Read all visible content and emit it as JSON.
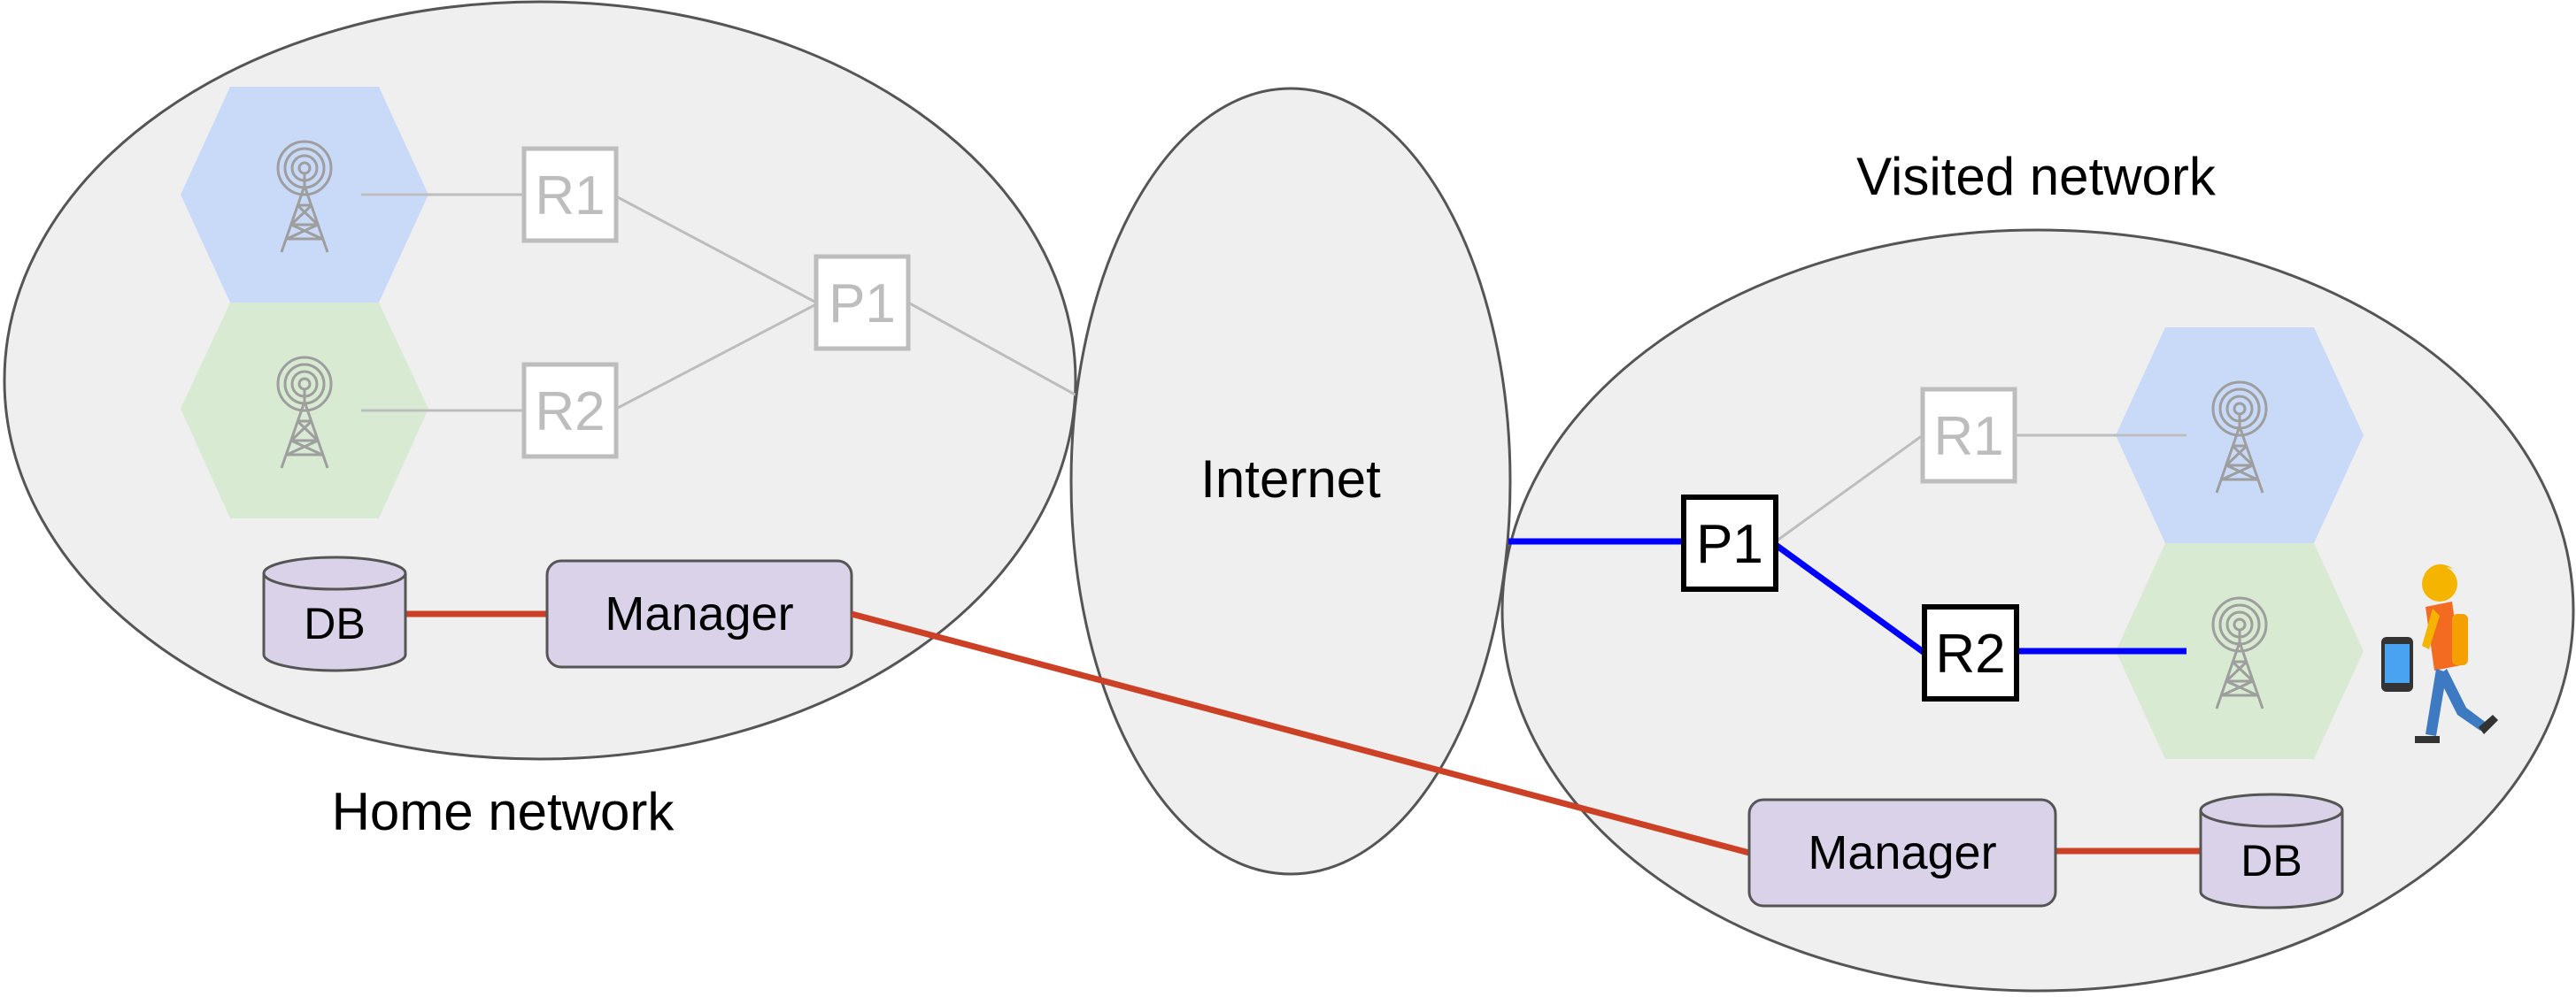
{
  "labels": {
    "home": "Home network",
    "visited": "Visited network",
    "internet": "Internet"
  },
  "home": {
    "r1": "R1",
    "r2": "R2",
    "p1": "P1",
    "db": "DB",
    "manager": "Manager"
  },
  "visited": {
    "r1": "R1",
    "r2": "R2",
    "p1": "P1",
    "db": "DB",
    "manager": "Manager"
  },
  "icons": {
    "tower": "cell-tower-icon",
    "phone": "mobile-phone-icon",
    "person": "walking-person-icon"
  },
  "colors": {
    "blue_cell": "#c9daf8",
    "green_cell": "#d9ead3",
    "management_link": "#cc4125",
    "data_path": "#0000ff",
    "manager_fill": "#d9d2e9"
  }
}
